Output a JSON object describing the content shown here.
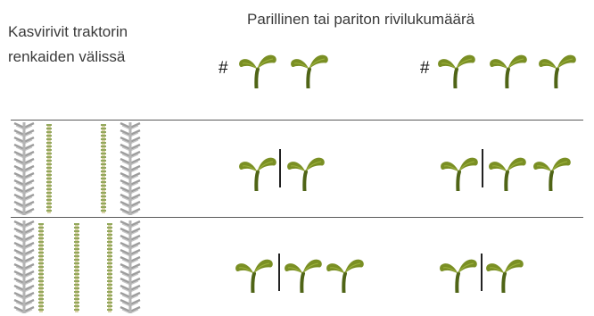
{
  "left_title": [
    "Kasvirivit traktorin",
    "renkaiden välissä"
  ],
  "top_title": "Parillinen tai pariton rivilukumäärä",
  "hash_symbol": "#",
  "icons": {
    "sprout": "seedling-icon",
    "tire": "tire-track-icon",
    "crop_row": "crop-row-icon"
  },
  "colors": {
    "sprout_leaf": "#7a8f24",
    "sprout_stem": "#4f6416",
    "tire": "#9d9d9d",
    "crop_row": "#93a85c"
  }
}
